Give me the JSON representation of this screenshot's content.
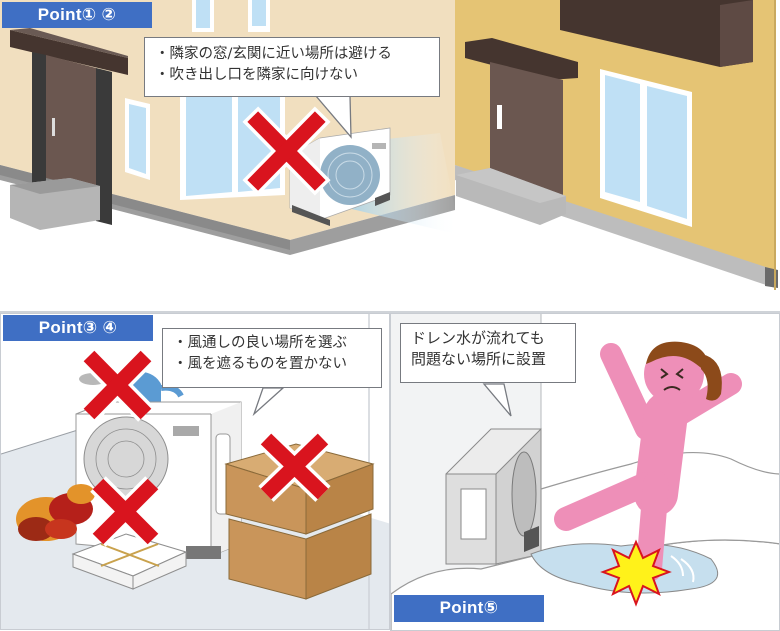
{
  "panels": [
    {
      "id": "point-1-2",
      "tag": "Point① ②",
      "callout": {
        "lines": [
          "・隣家の窓/玄関に近い場所は避ける",
          "・吹き出し口を隣家に向けない"
        ]
      },
      "illustration": "outdoor-ac-unit-blowing-toward-neighbor-house-marked-wrong"
    },
    {
      "id": "point-3-4",
      "tag": "Point③ ④",
      "callout": {
        "lines": [
          "・風通しの良い場所を選ぶ",
          "・風を遮るものを置かない"
        ]
      },
      "illustration": "outdoor-ac-unit-blocked-by-leaves-newspapers-boxes-watering-can-marked-wrong"
    },
    {
      "id": "point-5",
      "tag": "Point⑤",
      "callout": {
        "lines": [
          "ドレン水が流れても",
          "問題ない場所に設置"
        ]
      },
      "illustration": "person-slipping-on-frozen-drain-water-near-ac-unit"
    }
  ],
  "colors": {
    "tag_bg": "#3f6fc4",
    "tag_text": "#ffffff",
    "cross_red": "#d9141e",
    "wall_beige": "#f1dfbf",
    "wall_yellow": "#e5c474",
    "door_brown": "#6b5750",
    "roof_dark": "#45352f",
    "window_blue": "#bfe0f5",
    "ground_gray": "#e4e9ee",
    "box_brown": "#c9955a",
    "person_pink": "#ee8fb8",
    "hair_brown": "#8c4a1a",
    "water_blue": "#c6dfee",
    "burst_yellow": "#fff21a"
  }
}
